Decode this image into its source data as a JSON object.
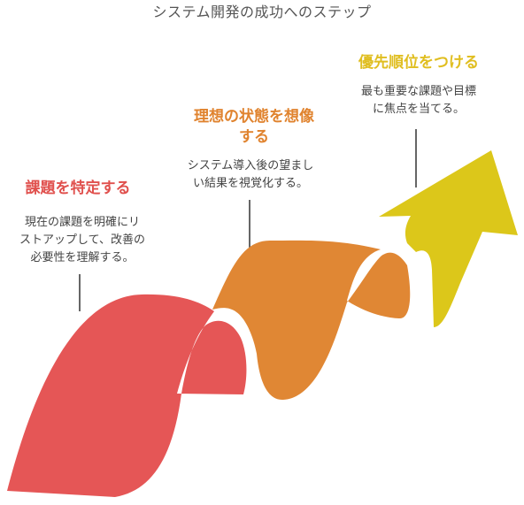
{
  "title": "システム開発の成功へのステップ",
  "steps": [
    {
      "title": "課題を特定する",
      "description_lines": [
        "現在の課題を明確にリ",
        "ストアップして、改善の",
        "必要性を理解する。"
      ],
      "color": "#e55656"
    },
    {
      "title_lines": [
        "理想の状態を想像",
        "する"
      ],
      "description_lines": [
        "システム導入後の望まし",
        "い結果を視覚化する。"
      ],
      "color": "#e08734"
    },
    {
      "title": "優先順位をつける",
      "description_lines": [
        "最も重要な課題や目標",
        "に焦点を当てる。"
      ],
      "color": "#dcc71a"
    }
  ]
}
